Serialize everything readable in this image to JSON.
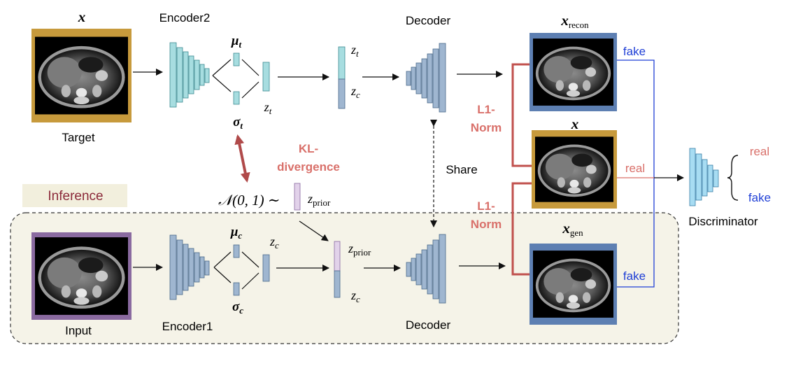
{
  "labels": {
    "x_target_math": "x",
    "target": "Target",
    "encoder2": "Encoder2",
    "mu_t": "μ",
    "mu_t_sub": "t",
    "sigma_t": "σ",
    "sigma_t_sub": "t",
    "z_t_enc": "z",
    "z_t_enc_sub": "t",
    "z_t": "z",
    "z_t_sub": "t",
    "z_c_top": "z",
    "z_c_top_sub": "c",
    "decoder_top": "Decoder",
    "x_recon": "x",
    "x_recon_sub": "recon",
    "fake_top": "fake",
    "l1_top_line1": "L1-",
    "l1_top_line2": "Norm",
    "x_mid": "x",
    "real_mid": "real",
    "share": "Share",
    "kl_line1": "KL-",
    "kl_line2": "divergence",
    "normal_dist": "𝒩(0, 1) ∼",
    "z_prior_mid": "z",
    "z_prior_mid_sub": "prior",
    "inference": "Inference",
    "input": "Input",
    "encoder1": "Encoder1",
    "mu_c": "μ",
    "mu_c_sub": "c",
    "sigma_c": "σ",
    "sigma_c_sub": "c",
    "z_c_enc": "z",
    "z_c_enc_sub": "c",
    "z_prior_bot": "z",
    "z_prior_bot_sub": "prior",
    "z_c_bot": "z",
    "z_c_bot_sub": "c",
    "decoder_bot": "Decoder",
    "l1_bot_line1": "L1-",
    "l1_bot_line2": "Norm",
    "x_gen": "x",
    "x_gen_sub": "gen",
    "fake_bot": "fake",
    "discriminator": "Discriminator",
    "disc_real": "real",
    "disc_fake": "fake"
  },
  "colors": {
    "target_frame": "#c79a3c",
    "input_frame": "#8a6aa0",
    "recon_frame": "#5d7fb2",
    "encoder2_fill": "#a7dde0",
    "encoder1_fill": "#9fb6d0",
    "decoder_fill": "#9fb6d0",
    "discriminator_fill": "#a7dcf2",
    "prior_fill": "#e2d2ea",
    "l1_lines": "#c0504d",
    "kl_arrow": "#b04a4a",
    "inference_bg": "#f5f3e8"
  }
}
